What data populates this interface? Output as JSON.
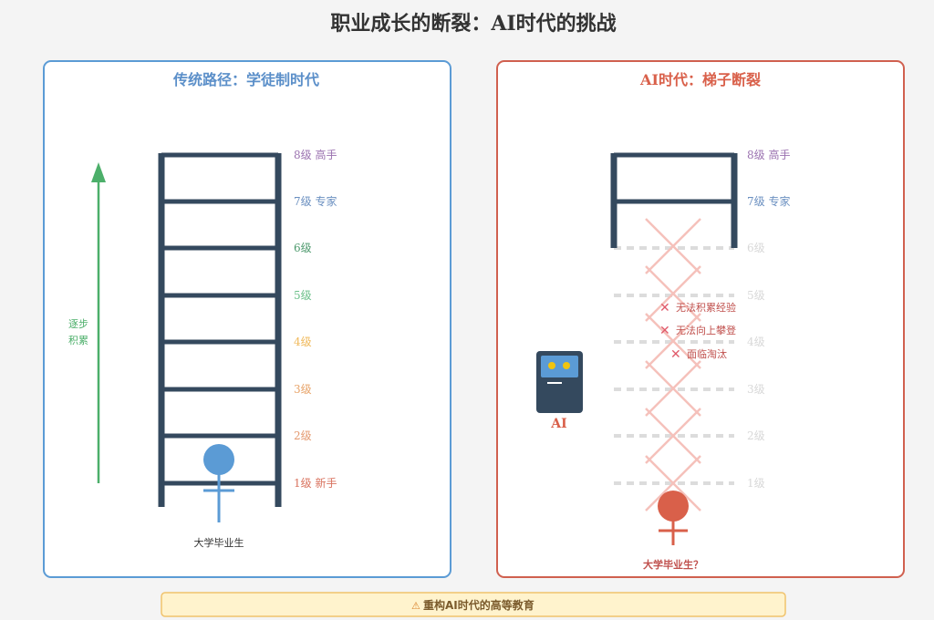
{
  "title": "职业成长的断裂：AI时代的挑战",
  "left_panel": {
    "title": "传统路径：学徒制时代",
    "arrow_label": [
      "逐步",
      "积累"
    ],
    "person_label": "大学毕业生",
    "levels": [
      {
        "label": "8级 高手",
        "color": "#9b72b0"
      },
      {
        "label": "7级 专家",
        "color": "#6a8fc0"
      },
      {
        "label": "6级",
        "color": "#4e9a6e"
      },
      {
        "label": "5级",
        "color": "#6cc08a"
      },
      {
        "label": "4级",
        "color": "#f0b95a"
      },
      {
        "label": "3级",
        "color": "#e8a46a"
      },
      {
        "label": "2级",
        "color": "#e59a70"
      },
      {
        "label": "1级 新手",
        "color": "#d9735f"
      }
    ]
  },
  "right_panel": {
    "title": "AI时代：梯子断裂",
    "levels": [
      {
        "label": "8级 高手",
        "color": "#9b72b0"
      },
      {
        "label": "7级 专家",
        "color": "#6a8fc0"
      },
      {
        "label": "6级",
        "color": "#d8d8d8"
      },
      {
        "label": "5级",
        "color": "#d8d8d8"
      },
      {
        "label": "4级",
        "color": "#d8d8d8"
      },
      {
        "label": "3级",
        "color": "#d8d8d8"
      },
      {
        "label": "2级",
        "color": "#d8d8d8"
      },
      {
        "label": "1级",
        "color": "#d8d8d8"
      }
    ],
    "problems": [
      "无法积累经验",
      "无法向上攀登",
      "面临淘汰"
    ],
    "robot_label": "AI",
    "person_label": "大学毕业生？"
  },
  "footer": {
    "icon": "warning-icon",
    "text": "重构AI时代的高等教育"
  },
  "colors": {
    "blue": "#5b9bd5",
    "red": "#d9604a",
    "ladder": "#34495e",
    "green": "#4caf6a"
  }
}
